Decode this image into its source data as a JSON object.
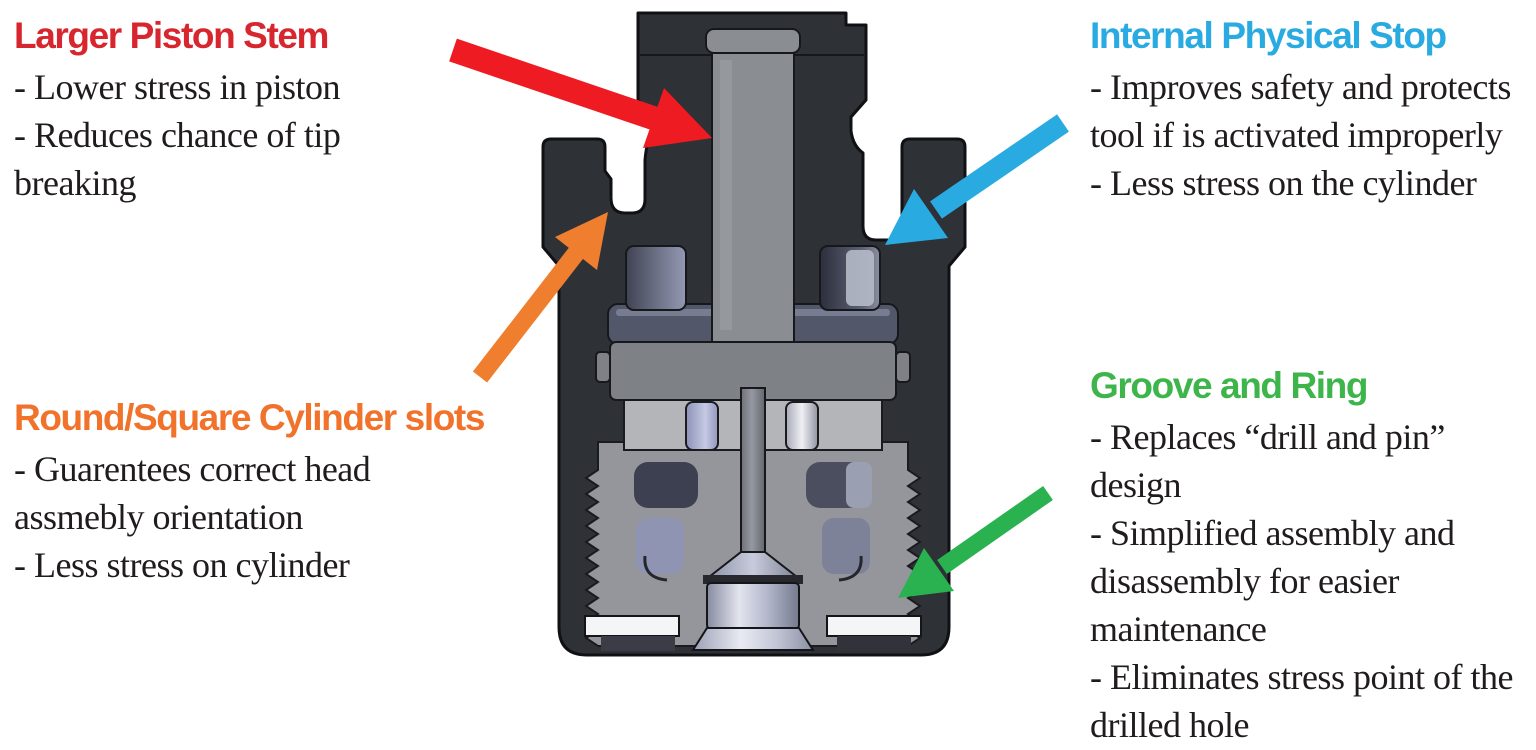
{
  "callouts": [
    {
      "id": "larger-piston-stem",
      "heading": "Larger Piston Stem",
      "heading_color": "#d7262e",
      "arrow_color": "#ee1b22",
      "lines": [
        "- Lower stress in piston",
        "- Reduces chance of tip breaking"
      ]
    },
    {
      "id": "internal-physical-stop",
      "heading": "Internal Physical Stop",
      "heading_color": "#29abe2",
      "arrow_color": "#29abe2",
      "lines": [
        "- Improves safety and protects tool if is activated improperly",
        "- Less stress on the cylinder"
      ]
    },
    {
      "id": "round-square-cylinder-slots",
      "heading": "Round/Square Cylinder slots",
      "heading_color": "#f1722a",
      "arrow_color": "#ef7f2e",
      "lines": [
        "- Guarentees correct head assmebly orientation",
        "- Less stress on cylinder"
      ]
    },
    {
      "id": "groove-and-ring",
      "heading": "Groove and Ring",
      "heading_color": "#3db54a",
      "arrow_color": "#29b24f",
      "lines": [
        "- Replaces “drill and pin” design",
        "- Simplified assembly and disassembly for easier maintenance",
        "- Eliminates stress point of the drilled hole"
      ]
    }
  ],
  "colors": {
    "background": "#ffffff",
    "body_text": "#201c1d",
    "diagram_body": "#2e3136"
  }
}
